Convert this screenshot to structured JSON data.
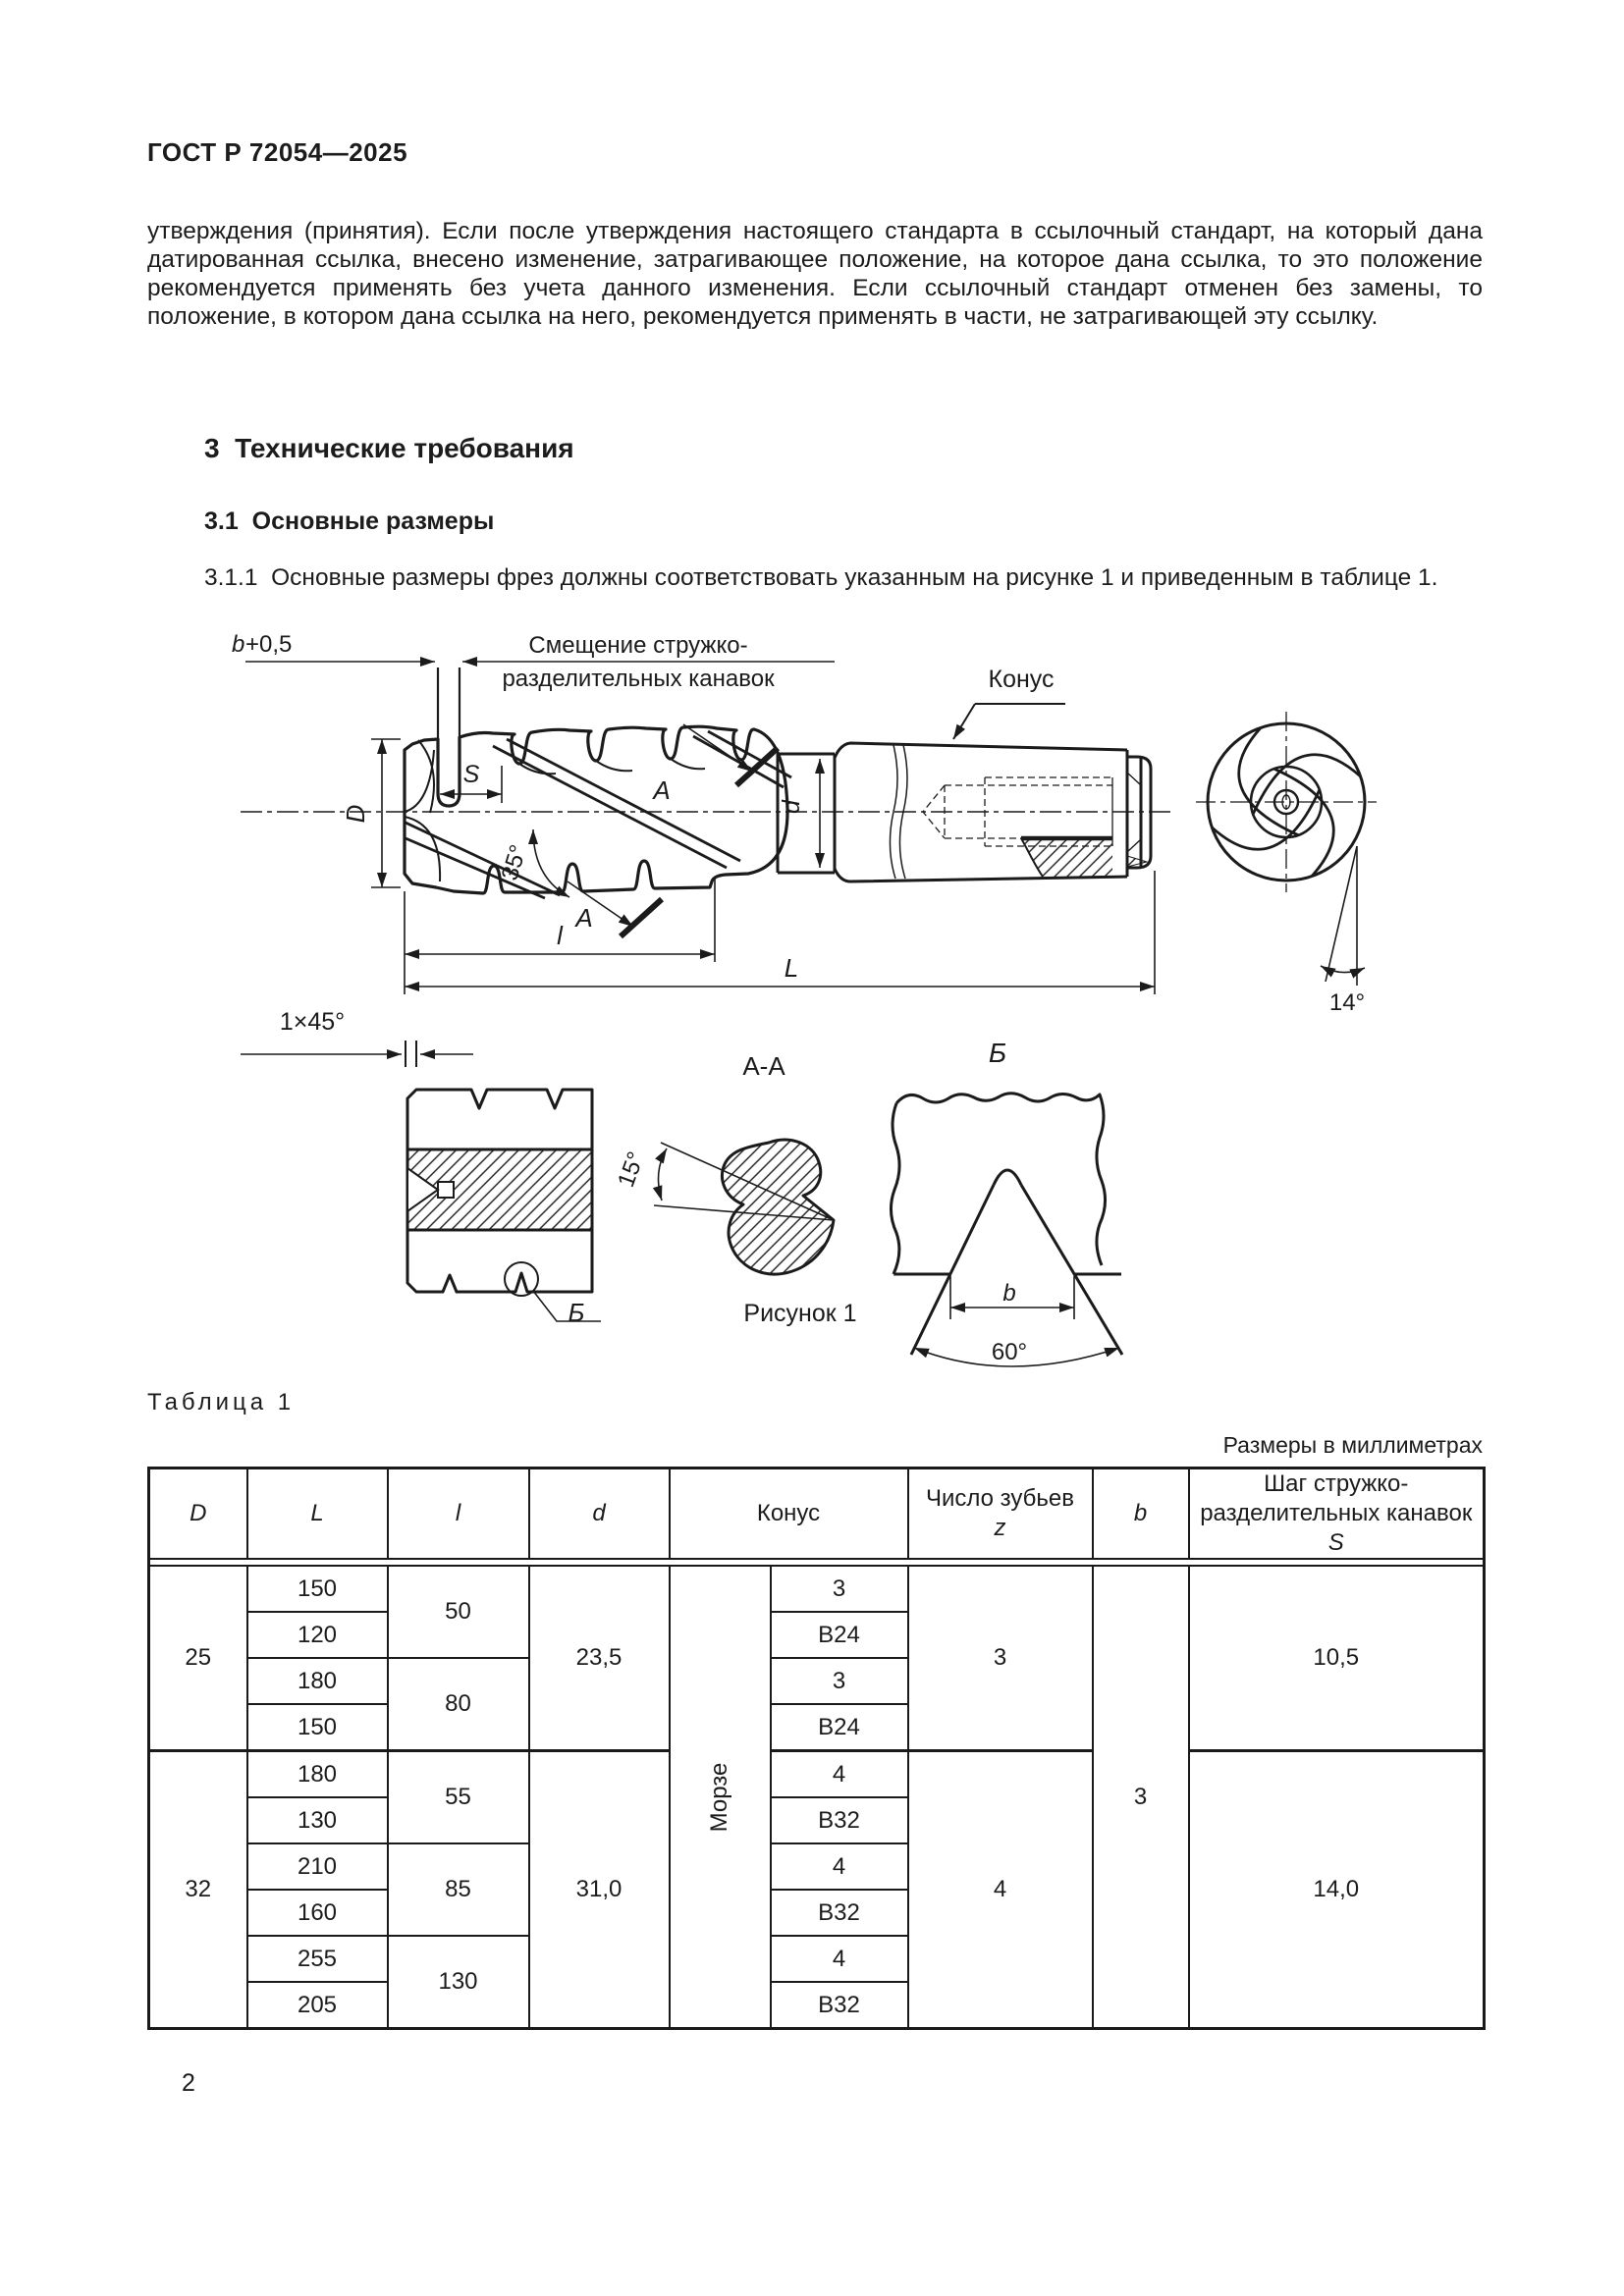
{
  "page": {
    "header": "ГОСТ Р 72054—2025",
    "page_number": "2",
    "intro_paragraph": "утверждения (принятия). Если после утверждения настоящего стандарта в ссылочный стандарт, на который дана датированная ссылка, внесено изменение, затрагивающее положение, на которое дана ссылка, то это положение рекомендуется применять без учета данного изменения. Если ссылочный стандарт отменен без замены, то положение, в котором дана ссылка на него, рекомендуется применять в части, не затрагивающей эту ссылку."
  },
  "section3": {
    "title": "3  Технические требования",
    "sub31_title": "3.1  Основные размеры",
    "para311": "3.1.1  Основные размеры фрез должны соответствовать указанным на рисунке 1 и приведенным в таблице 1."
  },
  "figure": {
    "caption": "Рисунок 1",
    "labels": {
      "b_sym": "b",
      "b_tol": "+0,5",
      "shift1": "Смещение стружко-",
      "shift2": "разделительных канавок",
      "S": "S",
      "D": "D",
      "d": "d",
      "A": "А",
      "angle35": "35°",
      "konus": "Конус",
      "l": "l",
      "L": "L",
      "angle14": "14°",
      "chamfer": "1×45°",
      "section": "А-А",
      "angle15": "15°",
      "B": "Б",
      "b": "b",
      "angle60": "60°"
    }
  },
  "table1": {
    "title": "Таблица 1",
    "units": "Размеры в миллиметрах",
    "header": {
      "D": "D",
      "L": "L",
      "l": "l",
      "d": "d",
      "konus": "Конус",
      "z1": "Число зубьев",
      "z2": "z",
      "b": "b",
      "S1": "Шаг стружко-",
      "S2": "разделительных канавок",
      "S_sym": "S"
    },
    "morze": "Морзе",
    "b_val": "3",
    "D": [
      "25",
      "32"
    ],
    "L": [
      "150",
      "120",
      "180",
      "150",
      "180",
      "130",
      "210",
      "160",
      "255",
      "205"
    ],
    "l": [
      "50",
      "80",
      "55",
      "85",
      "130"
    ],
    "d": [
      "23,5",
      "31,0"
    ],
    "konus": [
      "3",
      "В24",
      "3",
      "В24",
      "4",
      "В32",
      "4",
      "В32",
      "4",
      "В32"
    ],
    "z": [
      "3",
      "4"
    ],
    "S": [
      "10,5",
      "14,0"
    ]
  }
}
